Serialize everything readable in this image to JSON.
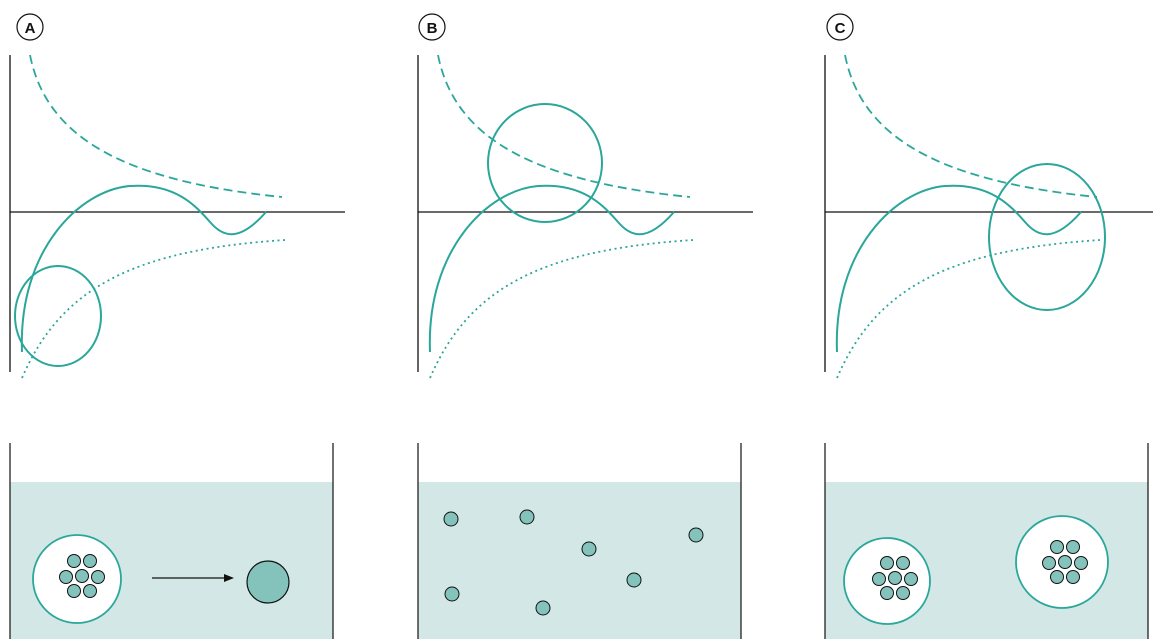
{
  "panels": [
    {
      "label": "A",
      "state": "flocculated (primary minimum) — aggregates fuse into one particle"
    },
    {
      "label": "B",
      "state": "deflocculated — particles dispersed"
    },
    {
      "label": "C",
      "state": "flocculated (secondary minimum) — loose floccules"
    }
  ],
  "colors": {
    "teal": "#2aa79a",
    "liquid": "#d3e8e6",
    "particle_fill": "#84c3bc",
    "axis": "#111111"
  },
  "icons": [
    "repulsion-curve-dashed",
    "attraction-curve-dotted",
    "net-potential-curve-solid",
    "highlight-ellipse",
    "container",
    "particle",
    "floccule",
    "arrow"
  ]
}
